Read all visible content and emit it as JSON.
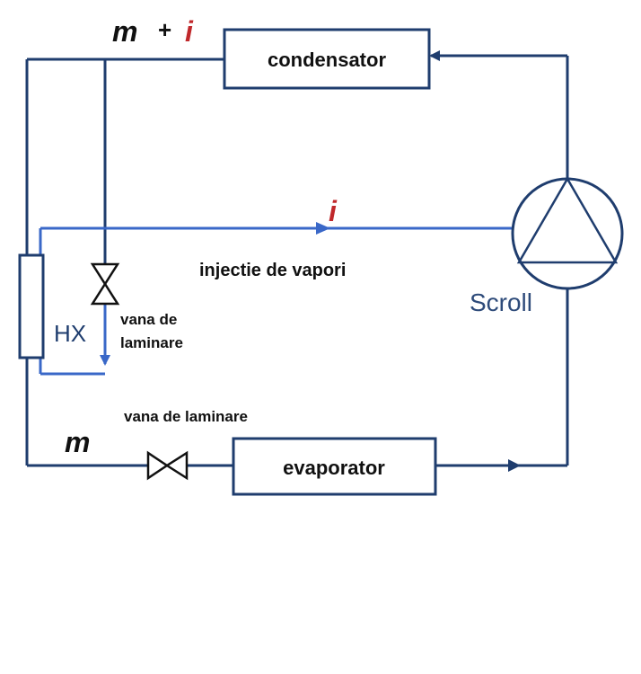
{
  "components": {
    "condensator": "condensator",
    "evaporator": "evaporator",
    "scroll": "Scroll",
    "hx": "HX"
  },
  "labels": {
    "top_m": "m",
    "top_plus": "+",
    "top_i": "i",
    "injection_i": "i",
    "injection": "injectie de vapori",
    "valve_upper_line1": "vana de",
    "valve_upper_line2": "laminare",
    "valve_lower": "vana de laminare",
    "bottom_m": "m"
  },
  "colors": {
    "main_line": "#1f3d6e",
    "injection_line": "#3a68c8",
    "accent_red": "#c0282b",
    "text": "#111111",
    "scroll_text": "#2e4b7a"
  }
}
